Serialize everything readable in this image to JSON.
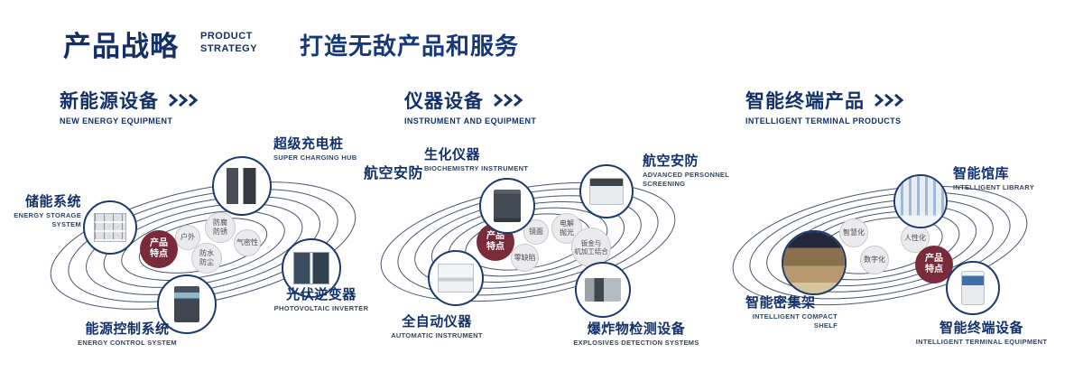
{
  "header": {
    "title": "产品战略",
    "subtitle_lines": [
      "PRODUCT",
      "STRATEGY"
    ],
    "tagline": "打造无敌产品和服务"
  },
  "colors": {
    "primary_navy": "#12316b",
    "center_badge": "#7a2b3a",
    "bubble_bg": "#ebebee",
    "orbit_stroke": "#2a3a55"
  },
  "icons": {
    "section_arrow": "triple-chevron-right"
  },
  "sections": [
    {
      "title": "新能源设备",
      "subtitle": "NEW ENERGY EQUIPMENT",
      "center_badge": {
        "lines": [
          "产品",
          "特点"
        ]
      },
      "features": [
        {
          "lines": [
            "户外"
          ]
        },
        {
          "lines": [
            "防腐",
            "防锈"
          ]
        },
        {
          "lines": [
            "气密性"
          ]
        },
        {
          "lines": [
            "防水",
            "防尘"
          ]
        }
      ],
      "products": [
        {
          "name": "储能系统",
          "en": "ENERGY STORAGE SYSTEM"
        },
        {
          "name": "超级充电桩",
          "en": "SUPER CHARGING HUB"
        },
        {
          "name": "光伏逆变器",
          "en": "PHOTOVOLTAIC INVERTER"
        },
        {
          "name": "能源控制系统",
          "en": "ENERGY CONTROL SYSTEM"
        }
      ]
    },
    {
      "title": "仪器设备",
      "subtitle": "INSTRUMENT AND EQUIPMENT",
      "side_label": "航空安防",
      "center_badge": {
        "lines": [
          "产品",
          "特点"
        ]
      },
      "features": [
        {
          "lines": [
            "镜面"
          ]
        },
        {
          "lines": [
            "电解",
            "抛光"
          ]
        },
        {
          "lines": [
            "零缺陷"
          ]
        },
        {
          "lines": [
            "钣金与",
            "机加工结合"
          ]
        }
      ],
      "products": [
        {
          "name": "生化仪器",
          "en": "BIOCHEMISTRY INSTRUMENT"
        },
        {
          "name": "航空安防",
          "en": "ADVANCED PERSONNEL SCREENING"
        },
        {
          "name": "全自动仪器",
          "en": "AUTOMATIC INSTRUMENT"
        },
        {
          "name": "爆炸物检测设备",
          "en": "EXPLOSIVES DETECTION SYSTEMS"
        }
      ]
    },
    {
      "title": "智能终端产品",
      "subtitle": "INTELLIGENT TERMINAL PRODUCTS",
      "center_badge": {
        "lines": [
          "产品",
          "特点"
        ]
      },
      "features": [
        {
          "lines": [
            "智慧化"
          ]
        },
        {
          "lines": [
            "人性化"
          ]
        },
        {
          "lines": [
            "数字化"
          ]
        }
      ],
      "products": [
        {
          "name": "智能馆库",
          "en": "INTELLIGENT LIBRARY"
        },
        {
          "name": "智能密集架",
          "en": "INTELLIGENT COMPACT SHELF"
        },
        {
          "name": "智能终端设备",
          "en": "INTELLIGENT TERMINAL EQUIPMENT"
        }
      ]
    }
  ]
}
